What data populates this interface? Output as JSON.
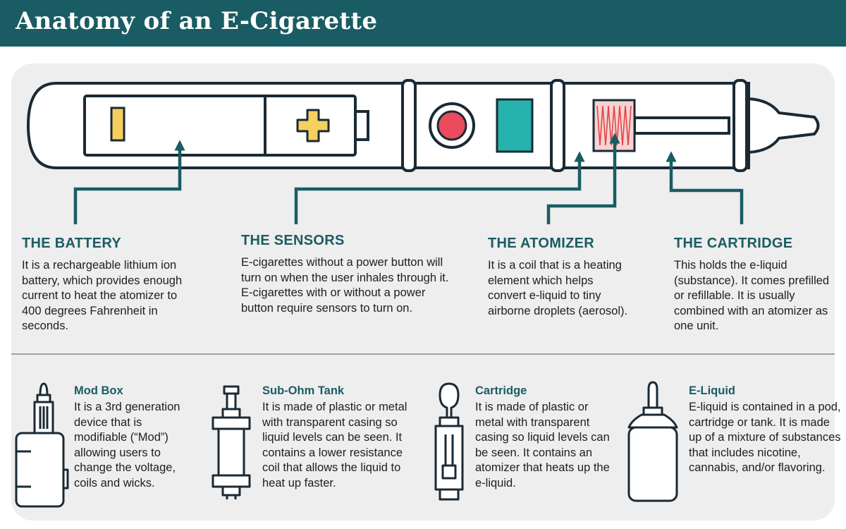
{
  "title": "Anatomy of an E-Cigarette",
  "colors": {
    "teal_dark": "#1a5c63",
    "teal_accent": "#26b3ad",
    "sensor_red": "#ec4b5e",
    "yellow": "#f5d05e",
    "coil_red": "#e34545",
    "panel_bg": "#eeeeee"
  },
  "parts": [
    {
      "heading": "THE BATTERY",
      "text": "It is a rechargeable lithium ion battery, which provides enough current to heat the atomizer to 400 degrees Fahrenheit in seconds."
    },
    {
      "heading": "THE SENSORS",
      "text": "E-cigarettes without a power button will turn on when the user inhales through it. E-cigarettes with or without a power button require sensors to turn on."
    },
    {
      "heading": "THE ATOMIZER",
      "text": "It is a coil that is a heating element which helps convert e-liquid to tiny airborne droplets (aerosol)."
    },
    {
      "heading": "THE CARTRIDGE",
      "text": "This holds the e-liquid (substance). It comes prefilled or refillable. It is usually combined with an atomizer as one unit."
    }
  ],
  "devices": [
    {
      "heading": "Mod Box",
      "icon": "mod-box-icon",
      "text": "It is a 3rd generation device that is modifiable (“Mod”) allowing users to change the voltage, coils and wicks."
    },
    {
      "heading": "Sub-Ohm Tank",
      "icon": "sub-ohm-tank-icon",
      "text": "It is made of plastic or metal with transparent casing so liquid levels can be seen. It contains a lower resistance coil that allows the liquid to heat up faster."
    },
    {
      "heading": "Cartridge",
      "icon": "cartridge-icon",
      "text": "It is made of plastic or metal with transparent casing so liquid levels can be seen. It contains an atomizer that heats up the e-liquid."
    },
    {
      "heading": "E-Liquid",
      "icon": "e-liquid-bottle-icon",
      "text": "E-liquid is contained in a pod, cartridge or tank. It is made up of a mixture of substances that includes nicotine, cannabis, and/or flavoring."
    }
  ]
}
